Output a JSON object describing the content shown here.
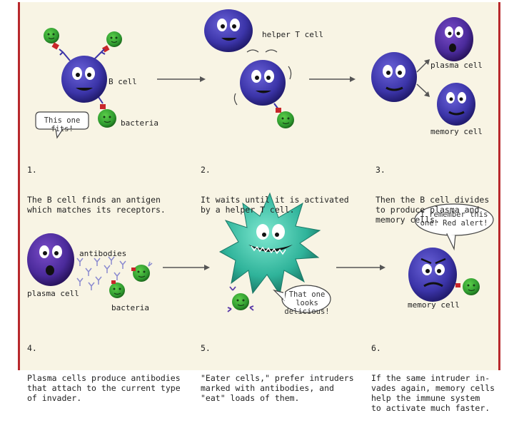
{
  "panels": [
    {
      "number": "1.",
      "caption": "The B cell finds an antigen\nwhich matches its receptors.",
      "labels": {
        "b_cell": "B cell",
        "bacteria": "bacteria"
      },
      "bubble": "This one fits!"
    },
    {
      "number": "2.",
      "caption": "It waits until it is activated\nby a helper T cell.",
      "labels": {
        "helper_t_cell": "helper T cell"
      }
    },
    {
      "number": "3.",
      "caption": "Then the B cell divides\nto produce plasma and\nmemory cells.",
      "labels": {
        "plasma_cell": "plasma cell",
        "memory_cell": "memory cell"
      }
    },
    {
      "number": "4.",
      "caption": "Plasma cells produce antibodies\nthat attach to the current type\nof invader.",
      "labels": {
        "antibodies": "antibodies",
        "plasma_cell": "plasma cell",
        "bacteria": "bacteria"
      }
    },
    {
      "number": "5.",
      "caption": "\"Eater cells,\" prefer intruders\nmarked with antibodies, and\n\"eat\" loads of them.",
      "bubble": "That one looks delicious!"
    },
    {
      "number": "6.",
      "caption": "If the same intruder in-\nvades again, memory cells\nhelp the immune system\nto activate much faster.",
      "labels": {
        "memory_cell": "memory cell"
      },
      "bubble": "I remember this one! Red alert!"
    }
  ],
  "colors": {
    "frame_border": "#b8282c",
    "background": "#f8f4e4",
    "b_cell": "#3b34a8",
    "plasma_cell": "#4a2a9a",
    "bacteria": "#2f9a2f",
    "antigen": "#c8262a",
    "eater_cell": "#2fb39a"
  }
}
